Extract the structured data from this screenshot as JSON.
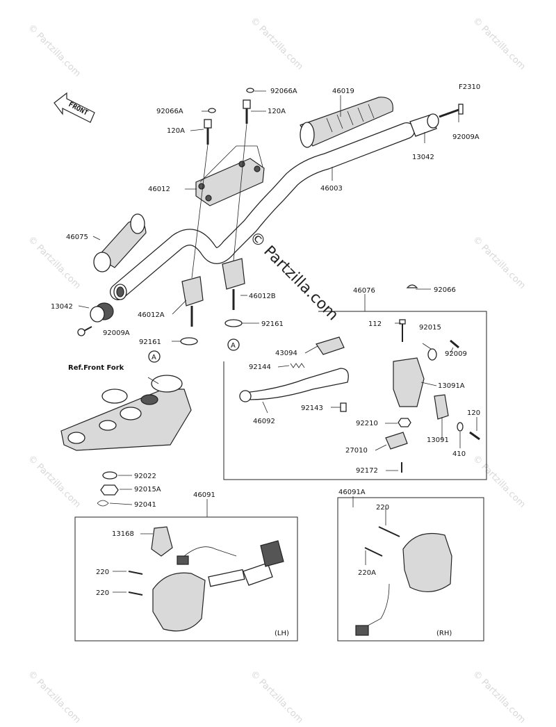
{
  "diagram": {
    "code": "F2310",
    "front_label": "FRONT",
    "watermark": "© Partzilla.com",
    "center_watermark": "© Partzilla.com",
    "ref_label": "Ref.Front Fork",
    "callout": "A",
    "lh_label": "(LH)",
    "rh_label": "(RH)",
    "parts": {
      "p92066A_1": "92066A",
      "p92066A_2": "92066A",
      "p120A_1": "120A",
      "p120A_2": "120A",
      "p46019": "46019",
      "p92009A_1": "92009A",
      "p13042_1": "13042",
      "p46012": "46012",
      "p46003": "46003",
      "p46075": "46075",
      "p13042_2": "13042",
      "p92009A_2": "92009A",
      "p46012A": "46012A",
      "p46012B": "46012B",
      "p92161_1": "92161",
      "p92161_2": "92161",
      "p46076": "46076",
      "p92066": "92066",
      "p112": "112",
      "p92015": "92015",
      "p43094": "43094",
      "p92009": "92009",
      "p92144": "92144",
      "p13091A": "13091A",
      "p92143": "92143",
      "p46092": "46092",
      "p92210": "92210",
      "p120": "120",
      "p13091": "13091",
      "p410": "410",
      "p27010": "27010",
      "p92172": "92172",
      "p92022": "92022",
      "p92015A": "92015A",
      "p92041": "92041",
      "p46091": "46091",
      "p46091A": "46091A",
      "p13168": "13168",
      "p220_1": "220",
      "p220_2": "220",
      "p220_3": "220",
      "p220A": "220A"
    }
  }
}
